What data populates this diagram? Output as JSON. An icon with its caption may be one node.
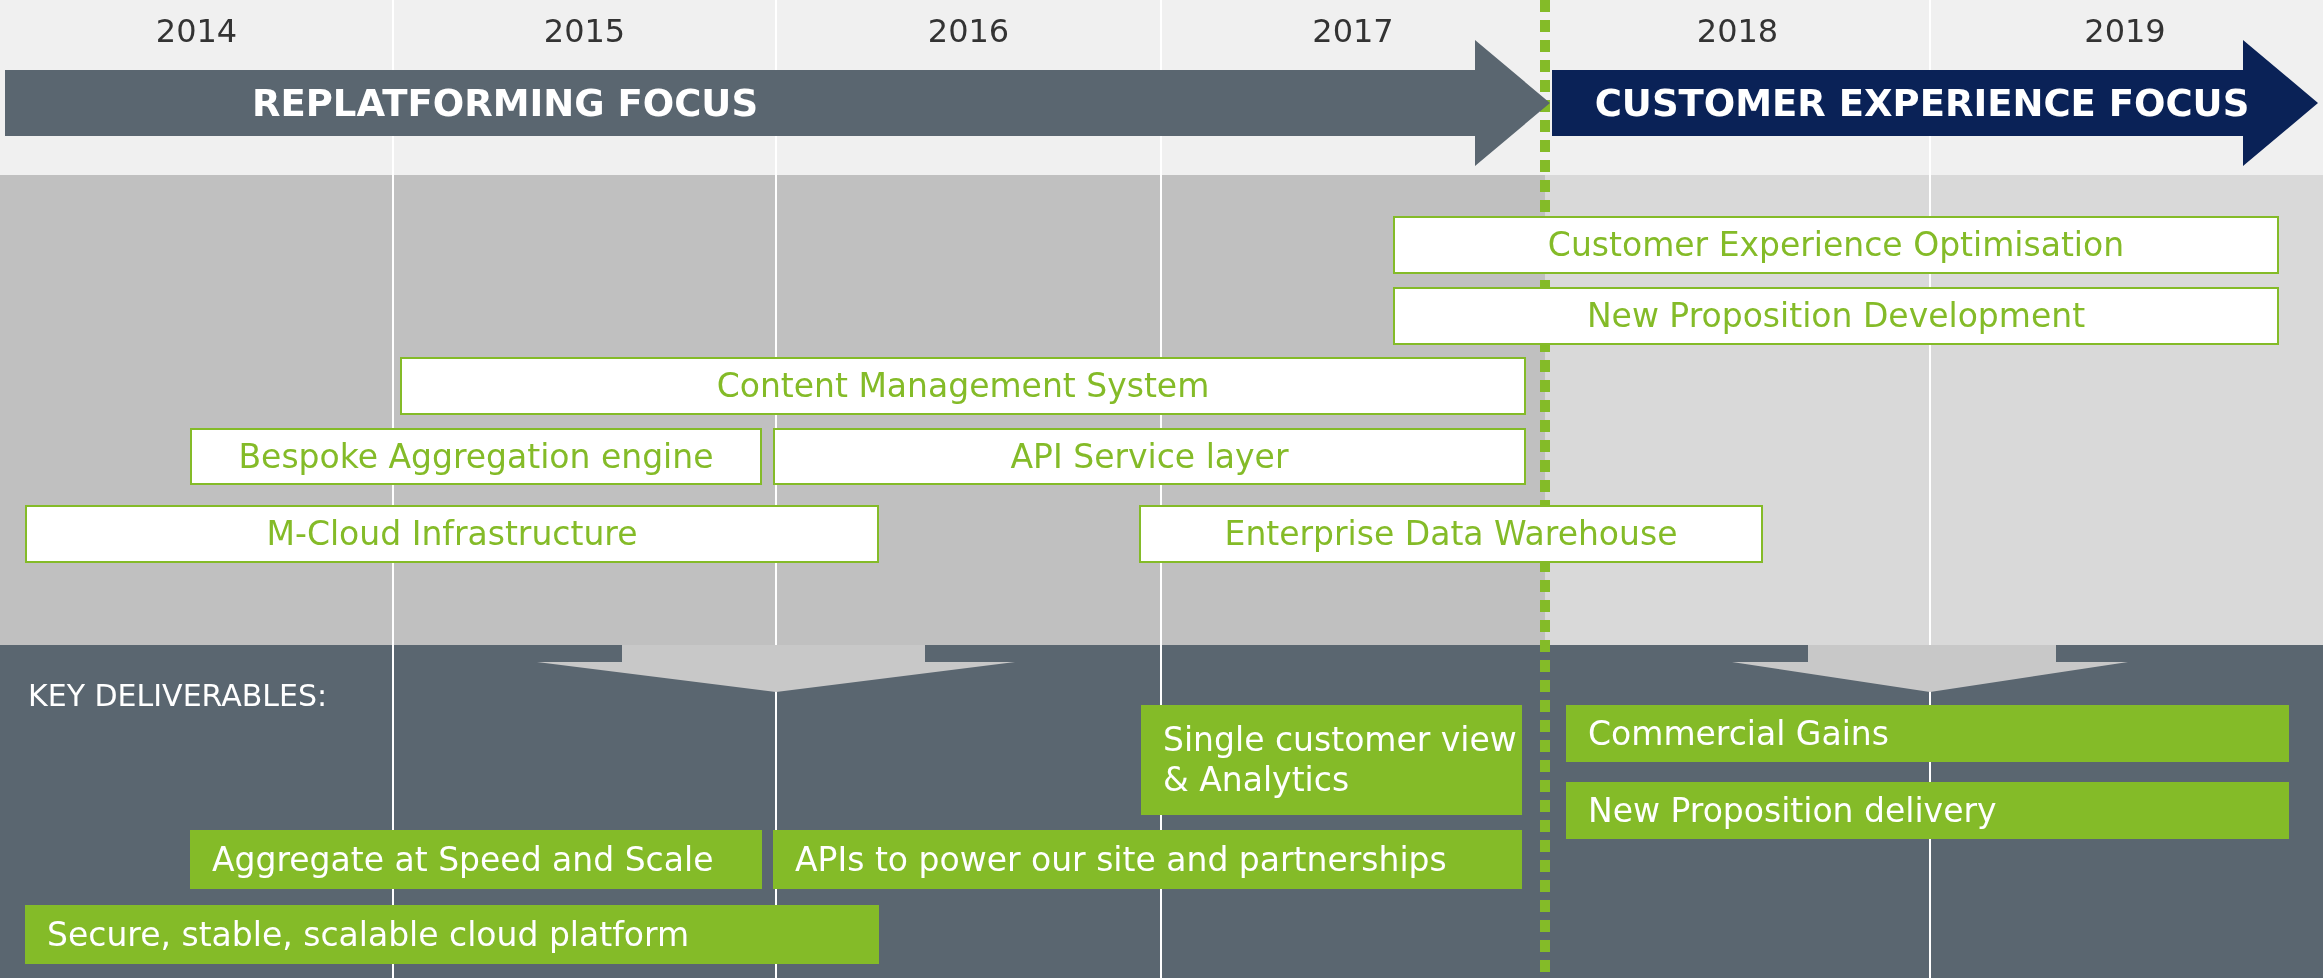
{
  "diagram": {
    "nodes": [
      {
        "text": [
          "REPLATFORMING FOCUS"
        ]
      },
      {
        "text": [
          "CUSTOMER EXPERIENCE FOCUS"
        ]
      },
      {
        "text": [
          "Customer Experience Optimisation"
        ]
      },
      {
        "text": [
          "New Proposition Development"
        ]
      },
      {
        "text": [
          "Content Management System"
        ]
      },
      {
        "text": [
          "Bespoke Aggregation engine"
        ]
      },
      {
        "text": [
          "API Service layer"
        ]
      },
      {
        "text": [
          "M-Cloud Infrastructure"
        ]
      },
      {
        "text": [
          "Enterprise Data Warehouse"
        ]
      },
      {
        "text": [
          "Single customer view & Analytics"
        ]
      },
      {
        "text": [
          "Commercial Gains"
        ]
      },
      {
        "text": [
          "New Proposition delivery"
        ]
      },
      {
        "text": [
          "Aggregate at Speed and Scale"
        ]
      },
      {
        "text": [
          "APIs to power our site and partnerships"
        ]
      },
      {
        "text": [
          "Secure, stable, scalable cloud platform"
        ]
      }
    ],
    "labels": [
      "2014",
      "2015",
      "2016",
      "2017",
      "2018",
      "2019",
      "KEY DELIVERABLES:"
    ]
  }
}
